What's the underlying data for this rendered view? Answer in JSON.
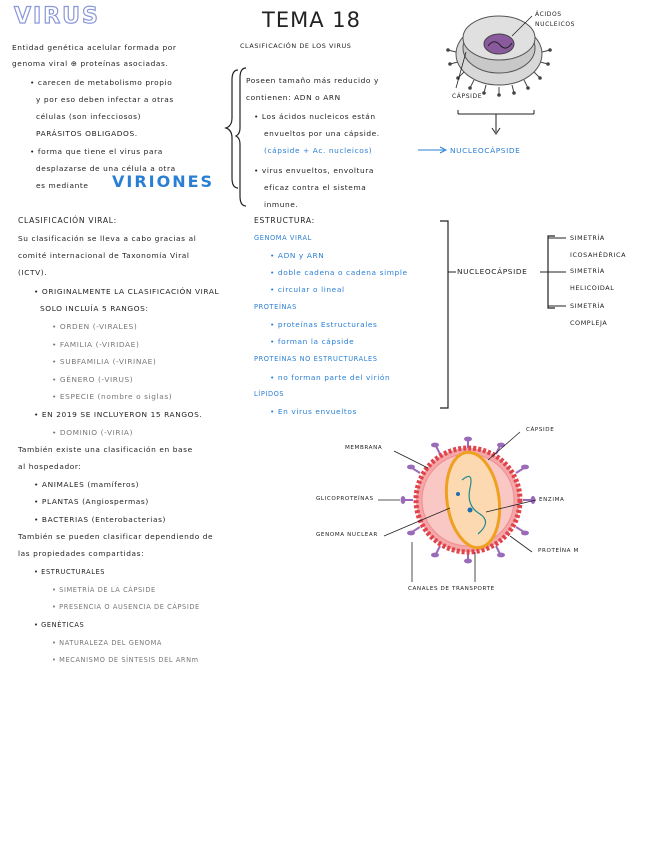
{
  "header": {
    "title_virus": "VIRUS",
    "title_tema": "TEMA 18"
  },
  "left_intro": {
    "line1": "Entidad genética acelular formada por",
    "line2": "genoma viral ⊕ proteínas asociadas.",
    "b1_l1": "• carecen de metabolismo propio",
    "b1_l2": "y por eso deben infectar a otras",
    "b1_l3": "células (son infecciosos)",
    "b1_l4": "PARÁSITOS OBLIGADOS.",
    "b2_l1": "• forma que tiene el virus para",
    "b2_l2": "desplazarse de una célula a otra",
    "b2_l3": "es mediante",
    "viriones": "VIRIONES"
  },
  "mid_intro": {
    "heading": "CLASIFICACIÓN DE LOS VIRUS",
    "l1": "Poseen tamaño más reducido y",
    "l2": "contienen: ADN o ARN",
    "l3": "• Los ácidos nucleicos están",
    "l4": "envueltos por una cápside.",
    "l5": "(cápside + Ac. nucleicos)",
    "nucleocapside": "NUCLEOCÁPSIDE",
    "l6": "• virus envueltos, envoltura",
    "l7": "eficaz contra el sistema",
    "l8": "inmune."
  },
  "top_diagram": {
    "label_acidos": "ÁCIDOS",
    "label_nucleicos": "NUCLEICOS",
    "label_capside": "CÁPSIDE"
  },
  "clasificacion": {
    "heading": "CLASIFICACIÓN VIRAL:",
    "l1": "Su clasificación se lleva a cabo gracias al",
    "l2": "comité internacional de Taxonomía Viral",
    "l3": "(ICTV).",
    "l4": "• ORIGINALMENTE LA CLASIFICACIÓN VIRAL",
    "l5": "SOLO INCLUÍA 5 RANGOS:",
    "ranks": [
      "• ORDEN (-VIRALES)",
      "• FAMILIA (-VIRIDAE)",
      "• SUBFAMILIA (-VIRINAE)",
      "• GÉNERO (-VIRUS)",
      "• ESPECIE (nombre o siglas)"
    ],
    "l6": "• EN 2019 SE INCLUYERON 15 RANGOS.",
    "l7": "• DOMINIO (-VIRIA)",
    "l8": "También existe una clasificación en base",
    "l9": "al hospedador:",
    "hosts": [
      "• ANIMALES (mamíferos)",
      "• PLANTAS (Angiospermas)",
      "• BACTERIAS (Enterobacterias)"
    ],
    "l10": "También se pueden clasificar dependiendo de",
    "l11": "las propiedades compartidas:",
    "estructurales": "• ESTRUCTURALES",
    "est_items": [
      "• SIMETRÍA DE LA CÁPSIDE",
      "• PRESENCIA O AUSENCIA DE CÁPSIDE"
    ],
    "geneticas": "• GENÉTICAS",
    "gen_items": [
      "• NATURALEZA DEL GENOMA",
      "• MECANISMO DE SÍNTESIS DEL ARNm"
    ]
  },
  "estructura": {
    "heading": "ESTRUCTURA:",
    "genoma": "GENOMA VIRAL",
    "genoma_items": [
      "• ADN y ARN",
      "• doble cadena o cadena simple",
      "• circular o lineal"
    ],
    "proteinas": "PROTEÍNAS",
    "prot_items": [
      "• proteínas Estructurales",
      "• forman la cápside"
    ],
    "no_estructurales": "PROTEÍNAS NO ESTRUCTURALES",
    "no_est_items": [
      "• no forman parte del virión"
    ],
    "lipidos": "LÍPIDOS",
    "lip_items": [
      "• En virus envueltos"
    ],
    "nucleocapside": "NUCLEOCÁPSIDE",
    "sym1_l1": "SIMETRÍA",
    "sym1_l2": "ICOSAHÉDRICA",
    "sym2_l1": "SIMETRÍA",
    "sym2_l2": "HELICOIDAL",
    "sym3_l1": "SIMETRÍA",
    "sym3_l2": "COMPLEJA"
  },
  "bottom_diagram": {
    "capside": "CÁPSIDE",
    "membrana": "MEMBRANA",
    "glicoproteinas": "GLICOPROTEÍNAS",
    "enzima": "ENZIMA",
    "genoma_nuclear": "GENOMA NUCLEAR",
    "proteina_m": "PROTEÍNA M",
    "canales": "CANALES DE TRANSPORTE"
  },
  "colors": {
    "blue": "#2a7fd4",
    "virus_title": "#8a97d8",
    "membrane": "#e0434a",
    "spike": "#9a6bb8",
    "genome": "#f0a020"
  }
}
